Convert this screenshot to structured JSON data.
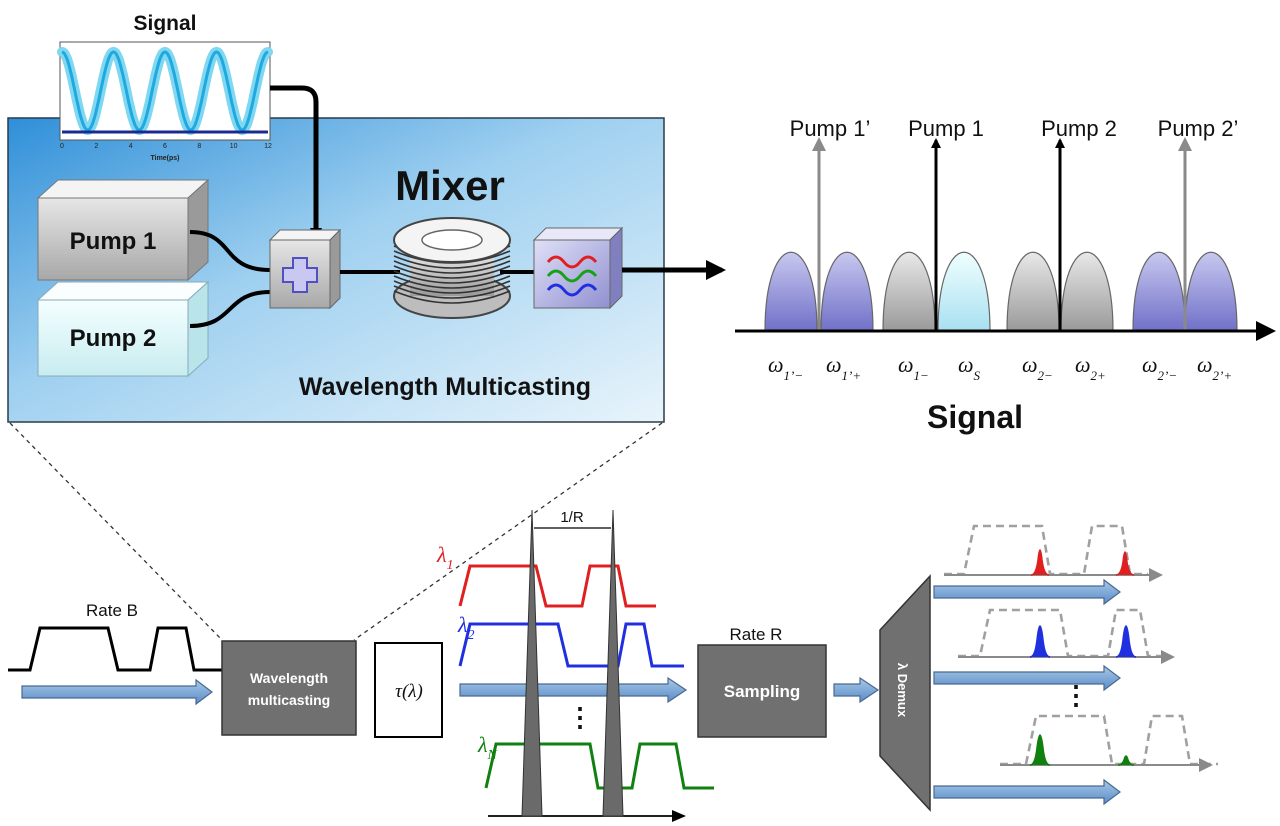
{
  "multicast": {
    "signal_title": "Signal",
    "time_axis_label": "Time(ps)",
    "time_ticks": [
      "0",
      "2",
      "4",
      "6",
      "8",
      "10",
      "12"
    ],
    "pump1_label": "Pump 1",
    "pump2_label": "Pump 2",
    "mixer_label": "Mixer",
    "panel_caption": "Wavelength Multicasting"
  },
  "spectrum": {
    "pump_labels": [
      "Pump 1’",
      "Pump 1",
      "Pump 2",
      "Pump 2’"
    ],
    "omega_labels": [
      {
        "base": "ω",
        "sub": "1’−"
      },
      {
        "base": "ω",
        "sub": "1’+"
      },
      {
        "base": "ω",
        "sub": "1−"
      },
      {
        "base": "ω",
        "sub": "S"
      },
      {
        "base": "ω",
        "sub": "2−"
      },
      {
        "base": "ω",
        "sub": "2+"
      },
      {
        "base": "ω",
        "sub": "2’−"
      },
      {
        "base": "ω",
        "sub": "2’+"
      }
    ],
    "caption": "Signal"
  },
  "pipeline": {
    "rate_b_label": "Rate B",
    "multicast_block_line1": "Wavelength",
    "multicast_block_line2": "multicasting",
    "delay_label": "τ(λ)",
    "period_label": "1/R",
    "lambda_labels": [
      {
        "base": "λ",
        "sub": "1",
        "color": "#e02020"
      },
      {
        "base": "λ",
        "sub": "2",
        "color": "#2030e0"
      },
      {
        "base": "λ",
        "sub": "N",
        "color": "#108010"
      }
    ],
    "ellipsis": "⋮",
    "rate_r_label": "Rate R",
    "sampling_label": "Sampling",
    "demux_label": "λ Demux"
  }
}
